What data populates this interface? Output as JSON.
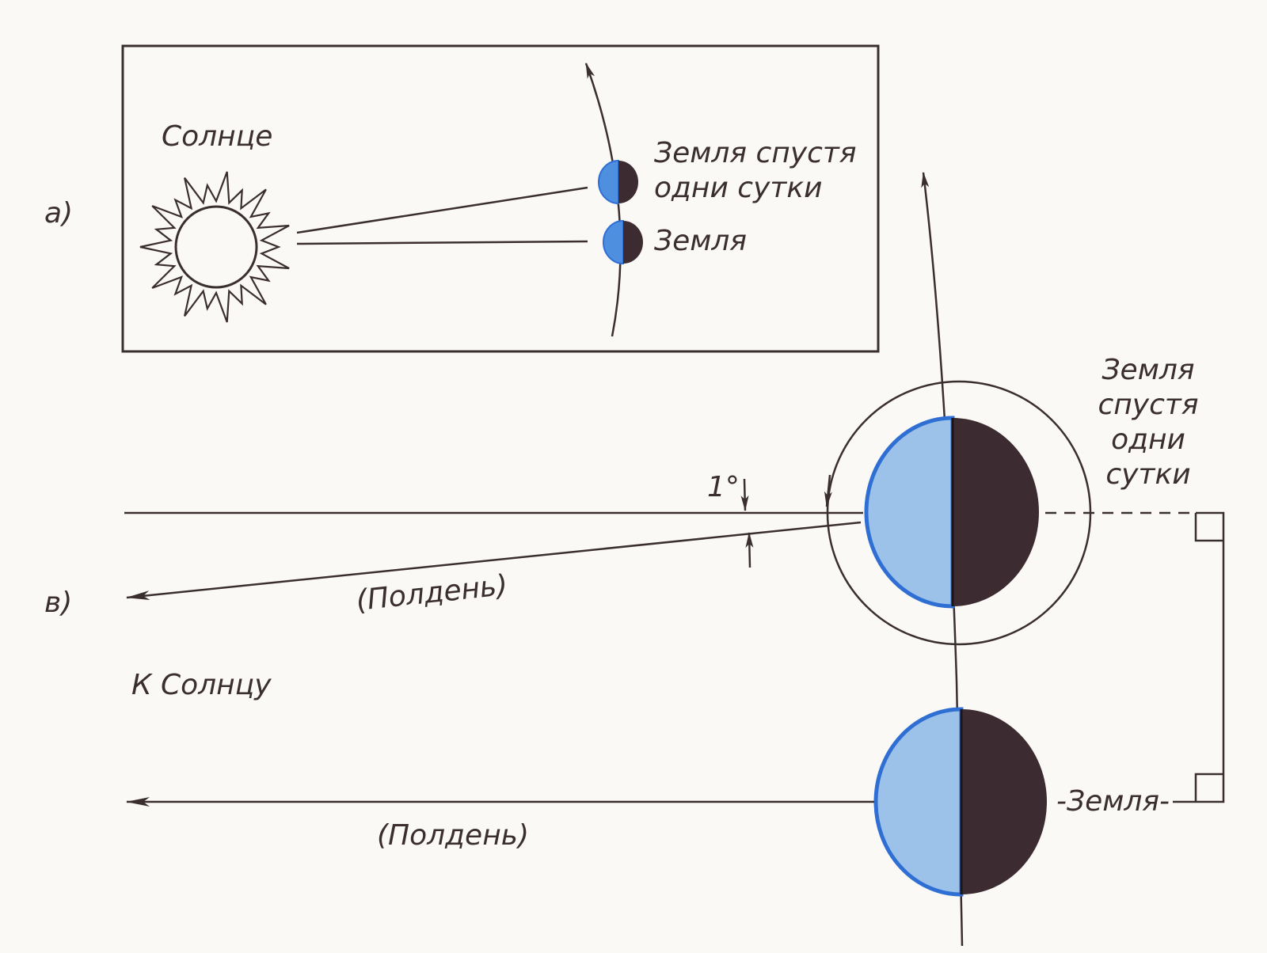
{
  "colors": {
    "ink": "#3a2e31",
    "day_side": "#9cc2ea",
    "day_rim": "#2f6fd3",
    "night_side": "#3c2b30",
    "paper": "#fbf9f6"
  },
  "panel_a": {
    "marker": "а)",
    "sun_label": "Солнце",
    "earth_next_day_label": [
      "Земля спустя",
      "одни сутки"
    ],
    "earth_label": "Земля"
  },
  "panel_b": {
    "marker": "в)",
    "angle_label": "1°",
    "noon_label_upper": "(Полдень)",
    "noon_label_lower": "(Полдень)",
    "to_sun_label": "К Солнцу",
    "earth_next_day_label": [
      "Земля",
      "спустя",
      "одни",
      "сутки"
    ],
    "earth_label": "-Земля-"
  }
}
